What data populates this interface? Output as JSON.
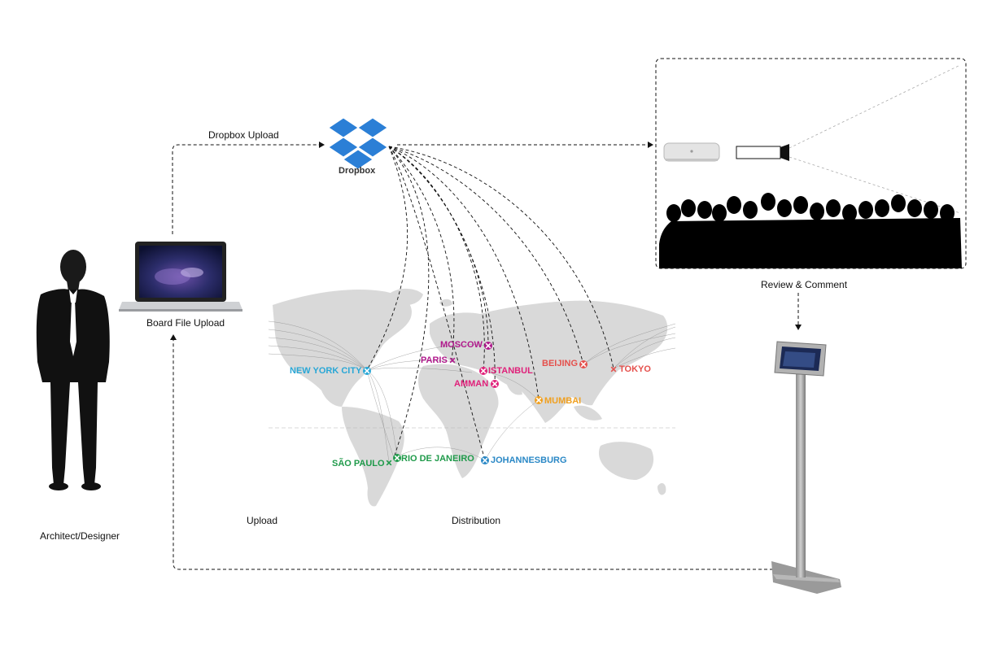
{
  "labels": {
    "dropbox_upload": "Dropbox Upload",
    "dropbox": "Dropbox",
    "board_file_upload": "Board File Upload",
    "architect": "Architect/Designer",
    "review_comment": "Review & Comment",
    "upload": "Upload",
    "distribution": "Distribution"
  },
  "cities": {
    "moscow": "MOSCOW",
    "paris": "PARIS",
    "new_york": "NEW YORK CITY",
    "istanbul": "ISTANBUL",
    "amman": "AMMAN",
    "beijing": "BEIJING",
    "tokyo": "TOKYO",
    "mumbai": "MUMBAI",
    "sao_paulo": "SÃO PAULO",
    "rio": "RIO DE JANEIRO",
    "johannesburg": "JOHANNESBURG"
  },
  "colors": {
    "cyan": "#29a7d6",
    "magenta": "#b0198c",
    "pink": "#e0217a",
    "red": "#e5504c",
    "orange": "#f0a020",
    "green": "#1f9a4a",
    "blue": "#2a88c6",
    "map": "#d8d8d8",
    "dropbox": "#2b7fd6"
  },
  "icons": {
    "person": "businessman-silhouette-icon",
    "laptop": "laptop-icon",
    "dropbox": "dropbox-logo-icon",
    "server": "mac-mini-icon",
    "projector": "projector-icon",
    "audience": "audience-silhouette-icon",
    "kiosk": "tablet-kiosk-icon"
  }
}
